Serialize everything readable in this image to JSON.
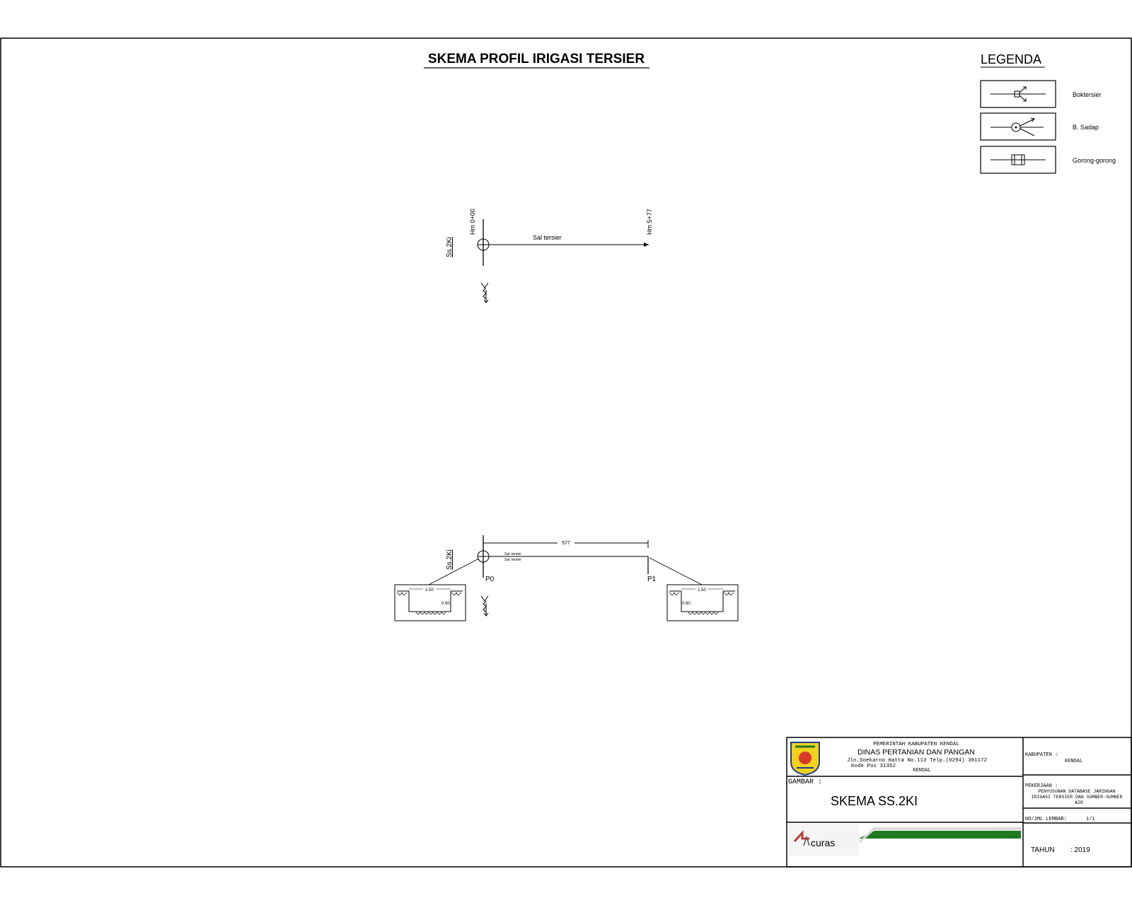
{
  "title": "SKEMA PROFIL IRIGASI TERSIER",
  "legend": {
    "heading": "LEGENDA",
    "items": [
      {
        "label": "Boktersier",
        "icon": "box-tersier-icon"
      },
      {
        "label": "B. Sadap",
        "icon": "bangunan-sadap-icon"
      },
      {
        "label": "Gorong-gorong",
        "icon": "culvert-icon"
      }
    ]
  },
  "scheme": {
    "source_label": "Ss.2Ki",
    "start_station": "Hm 0+00",
    "end_station": "Hm 5+77",
    "channel_label": "Sal tersier"
  },
  "profile": {
    "source_label": "Ss.2Ki",
    "length_label": "577",
    "channel_text_1": "Sal. tersier",
    "channel_text_2": "Sal. tersier",
    "points": [
      {
        "name": "P0",
        "width": "1.50",
        "depth": "0.60"
      },
      {
        "name": "P1",
        "width": "1.50",
        "depth": "0.60"
      }
    ]
  },
  "title_block": {
    "org_line1": "PEMERINTAH KABUPATEN KENDAL",
    "org_line2": "DINAS PERTANIAN DAN PANGAN",
    "address_line1": "Jln.Soekarno Hatta No.113 Telp.(0294) 381172",
    "address_line2": "Kode Pos 31352",
    "city": "KENDAL",
    "kabupaten_label": "KABUPATEN :",
    "kabupaten_value": "KENDAL",
    "gambar_label": "GAMBAR :",
    "gambar_value": "SKEMA SS.2KI",
    "pekerjaan_label": "PEKERJAAN :",
    "pekerjaan_line1": "PENYUSUNAN DATABASE JARINGAN",
    "pekerjaan_line2": "IRIGASI TERSIER DAN SUMBER-SUMBER",
    "pekerjaan_line3": "AIR",
    "lembar_label": "NO/JML LEMBAR:",
    "lembar_value": "1/1",
    "tahun_label": "TAHUN",
    "tahun_value": ": 2019",
    "consultant_logo_text": "curas",
    "colors": {
      "stripe": "#1f7a1f",
      "logo_red": "#c0392b"
    }
  }
}
